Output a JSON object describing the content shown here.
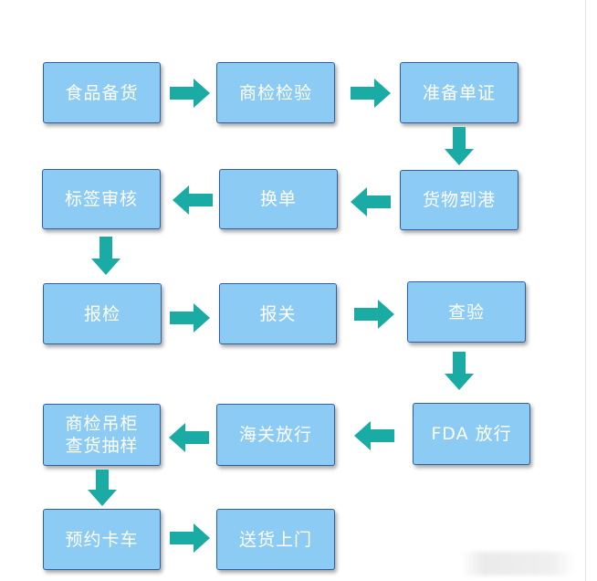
{
  "flowchart": {
    "steps": [
      {
        "id": "s1",
        "label": "食品备货"
      },
      {
        "id": "s2",
        "label": "商检检验"
      },
      {
        "id": "s3",
        "label": "准备单证"
      },
      {
        "id": "s4",
        "label": "货物到港"
      },
      {
        "id": "s5",
        "label": "换单"
      },
      {
        "id": "s6",
        "label": "标签审核"
      },
      {
        "id": "s7",
        "label": "报检"
      },
      {
        "id": "s8",
        "label": "报关"
      },
      {
        "id": "s9",
        "label": "查验"
      },
      {
        "id": "s10",
        "label": "FDA 放行"
      },
      {
        "id": "s11",
        "label": "海关放行"
      },
      {
        "id": "s12",
        "label": "商检吊柜\n查货抽样"
      },
      {
        "id": "s13",
        "label": "预约卡车"
      },
      {
        "id": "s14",
        "label": "送货上门"
      }
    ],
    "connections": [
      {
        "from": "s1",
        "to": "s2",
        "direction": "right"
      },
      {
        "from": "s2",
        "to": "s3",
        "direction": "right"
      },
      {
        "from": "s3",
        "to": "s4",
        "direction": "down"
      },
      {
        "from": "s4",
        "to": "s5",
        "direction": "left"
      },
      {
        "from": "s5",
        "to": "s6",
        "direction": "left"
      },
      {
        "from": "s6",
        "to": "s7",
        "direction": "down"
      },
      {
        "from": "s7",
        "to": "s8",
        "direction": "right"
      },
      {
        "from": "s8",
        "to": "s9",
        "direction": "right"
      },
      {
        "from": "s9",
        "to": "s10",
        "direction": "down"
      },
      {
        "from": "s10",
        "to": "s11",
        "direction": "left"
      },
      {
        "from": "s11",
        "to": "s12",
        "direction": "left"
      },
      {
        "from": "s12",
        "to": "s13",
        "direction": "down"
      },
      {
        "from": "s13",
        "to": "s14",
        "direction": "right"
      }
    ]
  },
  "colors": {
    "box_fill": "#8ccbf3",
    "box_border": "#2f5fa0",
    "box_text": "#ffffff",
    "arrow": "#1aaba5"
  }
}
